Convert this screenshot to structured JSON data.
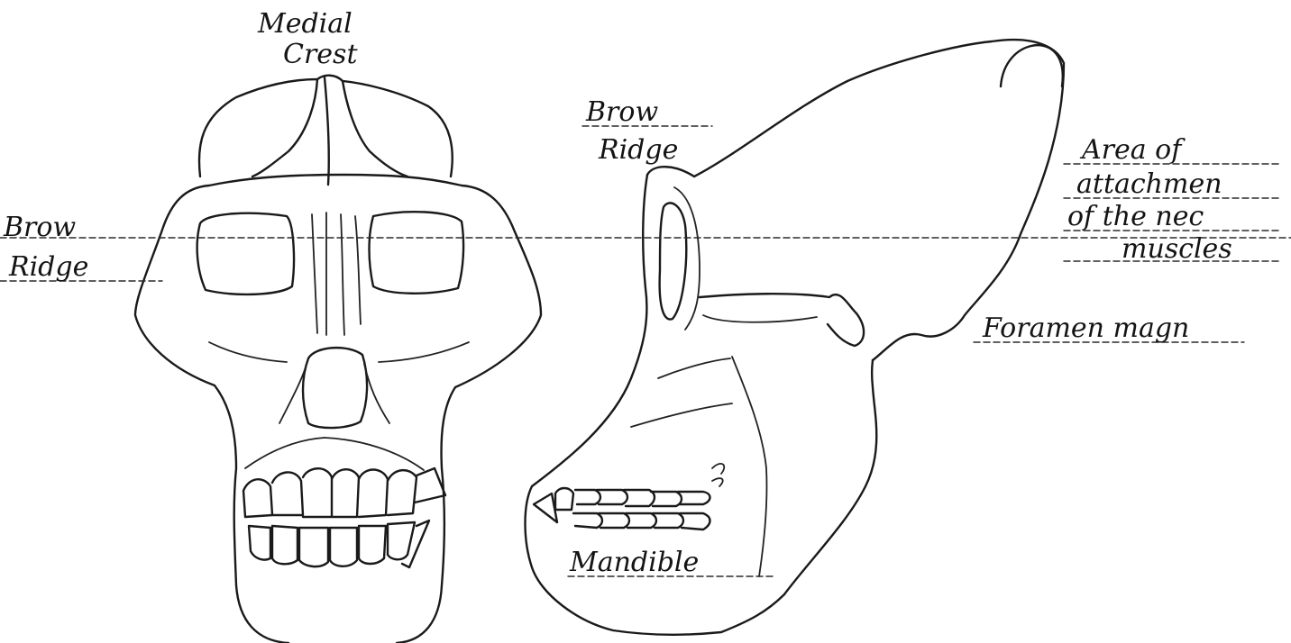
{
  "labels": {
    "medial_line1": "Medial",
    "medial_line2": "Crest",
    "brow_front_line1": "Brow",
    "brow_front_line2": "Ridge",
    "brow_side_line1": "Brow",
    "brow_side_line2": "Ridge",
    "area_line1": "Area of",
    "area_line2": "attachmen",
    "area_line3": "of the nec",
    "area_line4": "muscles",
    "foramen": "Foramen magn",
    "mandible": "Mandible"
  }
}
